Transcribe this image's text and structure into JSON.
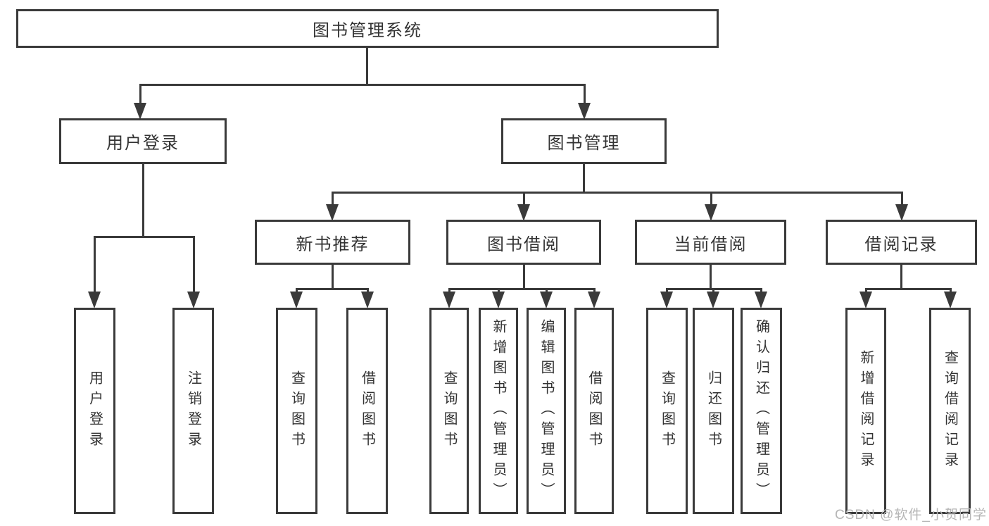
{
  "root": {
    "label": "图书管理系统"
  },
  "level2": [
    {
      "label": "用户登录"
    },
    {
      "label": "图书管理"
    }
  ],
  "level3": [
    {
      "label": "新书推荐"
    },
    {
      "label": "图书借阅"
    },
    {
      "label": "当前借阅"
    },
    {
      "label": "借阅记录"
    }
  ],
  "leaves": [
    {
      "label": "用户登录"
    },
    {
      "label": "注销登录"
    },
    {
      "label": "查询图书"
    },
    {
      "label": "借阅图书"
    },
    {
      "label": "查询图书"
    },
    {
      "label": "新增图书（管理员）"
    },
    {
      "label": "编辑图书（管理员）"
    },
    {
      "label": "借阅图书"
    },
    {
      "label": "查询图书"
    },
    {
      "label": "归还图书"
    },
    {
      "label": "确认归还（管理员）"
    },
    {
      "label": "新增借阅记录"
    },
    {
      "label": "查询借阅记录"
    }
  ],
  "watermark": "CSDN @软件_小贺同学",
  "colors": {
    "line": "#3a3a3a",
    "text": "#333333",
    "background": "#ffffff",
    "watermark": "#b5b5b5"
  }
}
